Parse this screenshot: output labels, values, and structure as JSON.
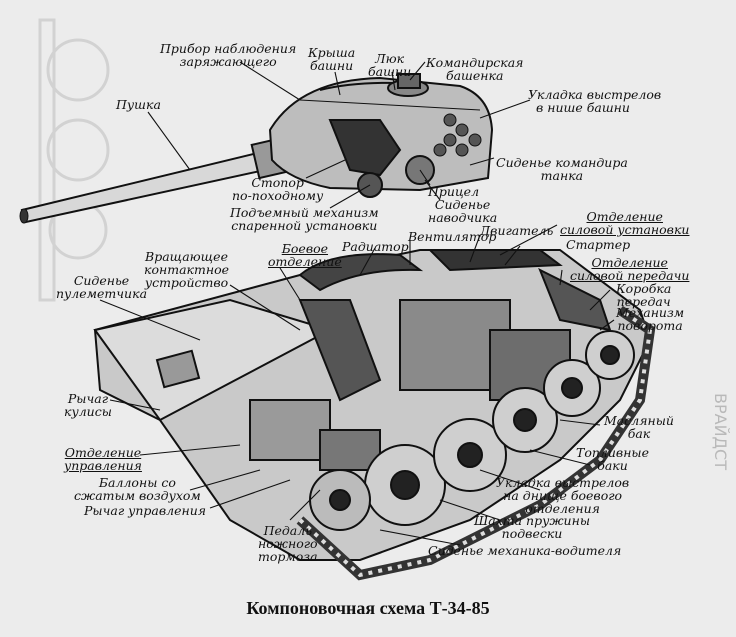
{
  "caption": "Компоновочная схема Т-34-85",
  "labels": {
    "pribor_line1": "Прибор наблюдения",
    "pribor_line2": "заряжающего",
    "krysha_line1": "Крыша",
    "krysha_line2": "башни",
    "lyuk_line1": "Люк",
    "lyuk_line2": "башни",
    "komand_line1": "Командирская",
    "komand_line2": "башенка",
    "ukladka_nish_line1": "Укладка выстрелов",
    "ukladka_nish_line2": "в нише башни",
    "pushka": "Пушка",
    "sidenie_komand_line1": "Сиденье командира",
    "sidenie_komand_line2": "танка",
    "stopor_line1": "Стопор",
    "stopor_line2": "по-походному",
    "pricel": "Прицел",
    "podem_line1": "Подъемный механизм",
    "podem_line2": "спаренной установки",
    "sidenie_navod_line1": "Сиденье",
    "sidenie_navod_line2": "наводчика",
    "otd_silovoy_line1": "Отделение",
    "otd_silovoy_line2": "силовой установки",
    "dvigatel": "Двигатель",
    "ventilyator": "Вентилятор",
    "starter": "Стартер",
    "radiator": "Радиатор",
    "boevoe_line1": "Боевое",
    "boevoe_line2": "отделение",
    "vrasch_line1": "Вращающее",
    "vrasch_line2": "контактное",
    "vrasch_line3": "устройство",
    "otd_peredachi_line1": "Отделение",
    "otd_peredachi_line2": "силовой передачи",
    "korobka_line1": "Коробка",
    "korobka_line2": "передач",
    "mehanizm_line1": "Механизм",
    "mehanizm_line2": "поворота",
    "sidenie_pulem_line1": "Сиденье",
    "sidenie_pulem_line2": "пулеметчика",
    "rychag_kulisy_line1": "Рычаг",
    "rychag_kulisy_line2": "кулисы",
    "maslyany_line1": "Масляный",
    "maslyany_line2": "бак",
    "otd_upr_line1": "Отделение",
    "otd_upr_line2": "управления",
    "toplivnye_line1": "Топливные",
    "toplivnye_line2": "баки",
    "ballony_line1": "Баллоны со",
    "ballony_line2": "сжатым воздухом",
    "ukladka_dno_line1": "Укладка выстрелов",
    "ukladka_dno_line2": "на днище боевого",
    "ukladka_dno_line3": "отделения",
    "rychag_upr": "Рычаг управления",
    "pedal_line1": "Педаль",
    "pedal_line2": "ножного",
    "pedal_line3": "тормоза",
    "shahta_line1": "Шахта пружины",
    "shahta_line2": "подвески",
    "sidenie_meh": "Сиденье механика-водителя"
  },
  "watermark_text": "ВРАЙДСТ"
}
